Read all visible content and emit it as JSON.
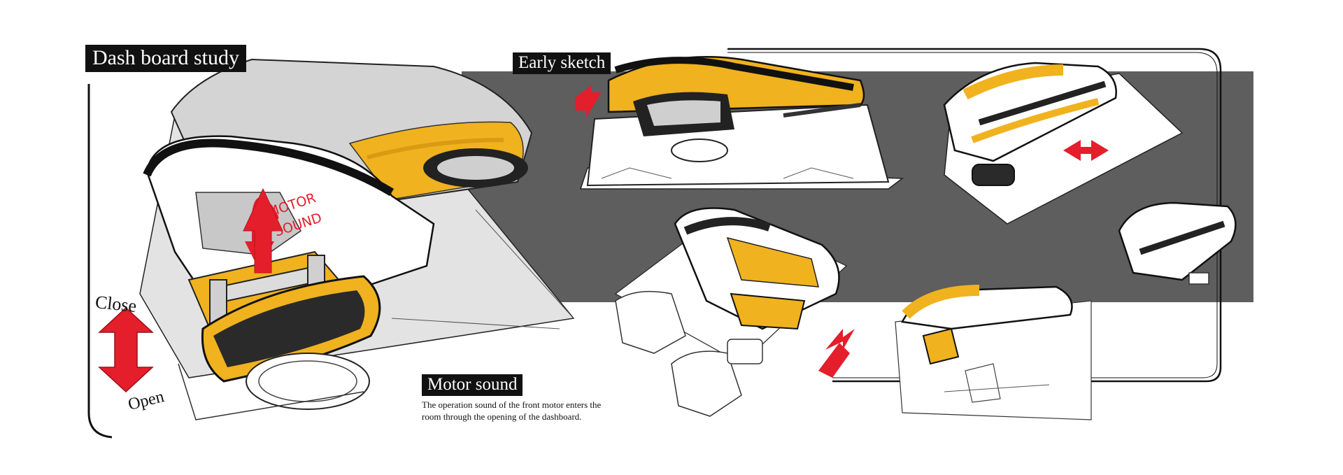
{
  "titles": {
    "dashboard": "Dash board study",
    "early": "Early sketch",
    "motor": "Motor sound"
  },
  "caption": "The operation sound of the front motor enters the room through the opening of the dashboard.",
  "annotations": {
    "close": "Close",
    "open": "Open",
    "motor_line1": "MOTOR",
    "motor_line2": "SOUND"
  },
  "colors": {
    "band": "#5e5e5e",
    "accent_yellow": "#f0b21e",
    "arrow_red": "#e41e2b",
    "ink": "#111111"
  }
}
